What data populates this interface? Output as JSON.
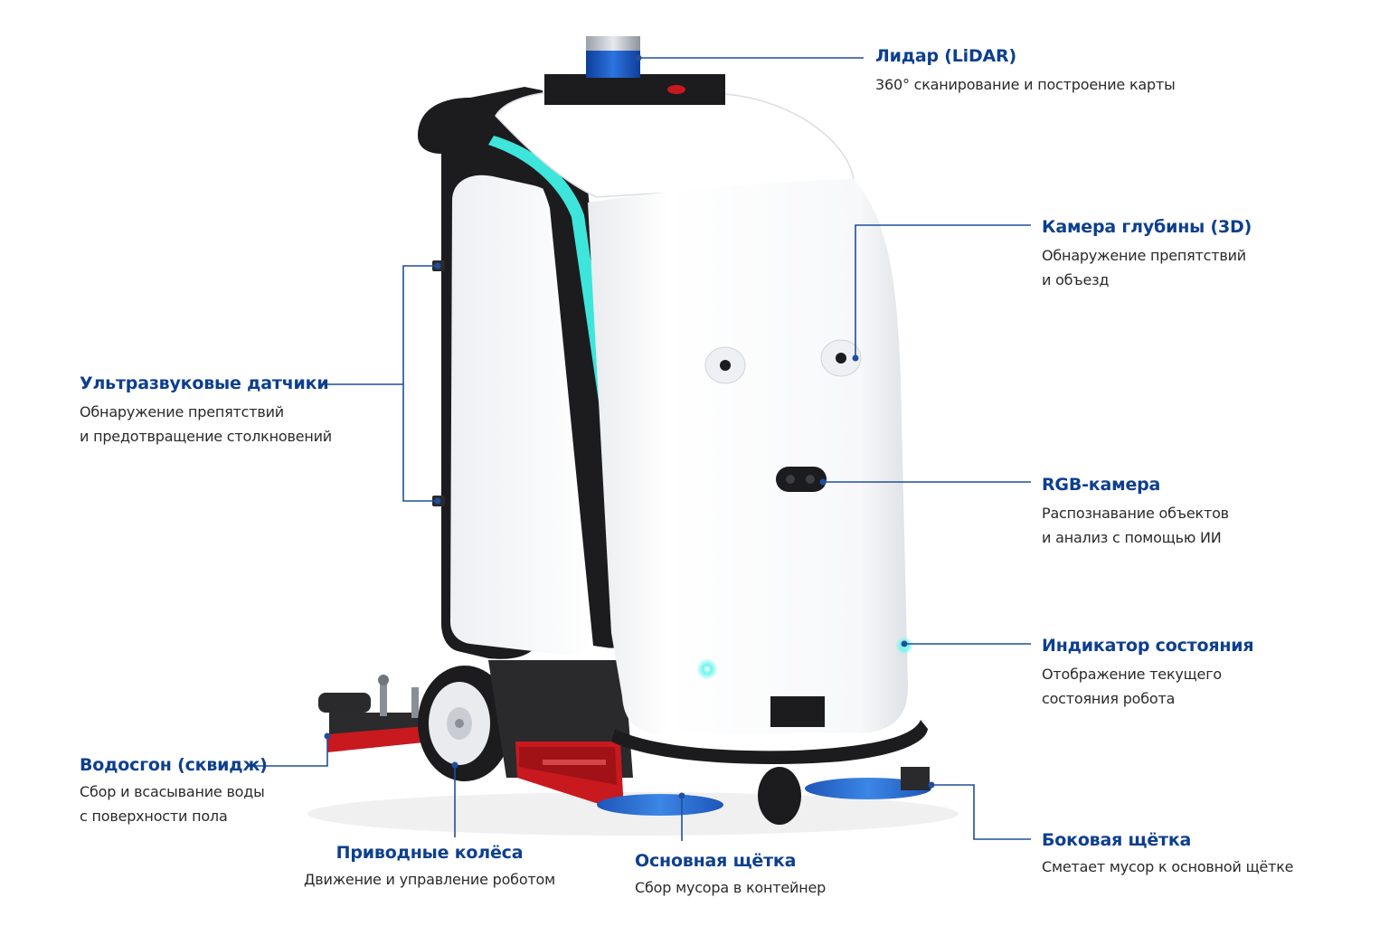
{
  "callouts": {
    "lidar": {
      "title": "Лидар (LiDAR)",
      "desc": [
        "360° сканирование и построение карты"
      ]
    },
    "depth_camera": {
      "title": "Камера глубины (3D)",
      "desc": [
        "Обнаружение препятствий",
        "и объезд"
      ]
    },
    "ultrasonic": {
      "title": "Ультразвуковые датчики",
      "desc": [
        "Обнаружение препятствий",
        "и предотвращение столкновений"
      ]
    },
    "rgb_camera": {
      "title": "RGB-камера",
      "desc": [
        "Распознавание объектов",
        "и анализ с помощью ИИ"
      ]
    },
    "status_indicator": {
      "title": "Индикатор состояния",
      "desc": [
        "Отображение текущего",
        "состояния робота"
      ]
    },
    "squeegee": {
      "title": "Водосгон (сквидж)",
      "desc": [
        "Сбор и всасывание воды",
        "с поверхности пола"
      ]
    },
    "drive_wheels": {
      "title": "Приводные колёса",
      "desc": [
        "Движение и управление роботом"
      ]
    },
    "main_brush": {
      "title": "Основная щётка",
      "desc": [
        "Сбор мусора в контейнер"
      ]
    },
    "side_brush": {
      "title": "Боковая щётка",
      "desc": [
        "Сметает мусор к основной щётке"
      ]
    }
  },
  "colors": {
    "title": "#0d3f8f",
    "text": "#2a2a2a",
    "leader_line": "#1f4f9c",
    "accent_glow": "#3ff0e6",
    "body_white": "#ffffff",
    "frame_black": "#1c1c1e",
    "scraper_red": "#c8191e",
    "brush_blue": "#2a6fd0",
    "lidar_blue": "#1e5fd1"
  }
}
